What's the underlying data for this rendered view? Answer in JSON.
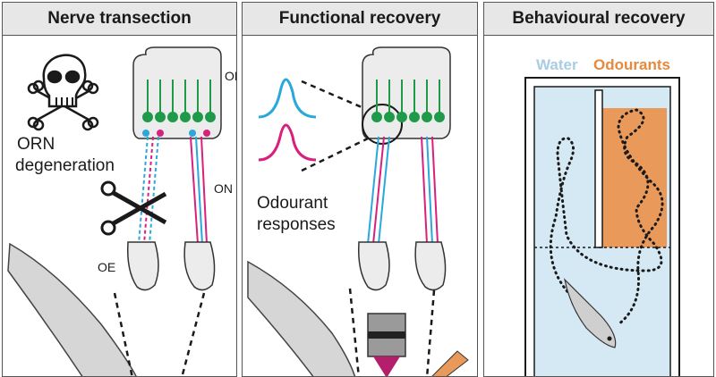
{
  "panels": [
    {
      "title": "Nerve transection"
    },
    {
      "title": "Functional recovery"
    },
    {
      "title": "Behavioural recovery"
    }
  ],
  "panel1": {
    "orn_line1": "ORN",
    "orn_line2": "degeneration",
    "ob_label": "OB",
    "on_label": "ON",
    "oe_label": "OE"
  },
  "panel2": {
    "responses_line1": "Odourant",
    "responses_line2": "responses"
  },
  "panel3": {
    "water_label": "Water",
    "odourants_label": "Odourants"
  },
  "colors": {
    "cyan": "#2aa8dc",
    "magenta": "#d9207d",
    "green": "#1e9a48",
    "orange": "#e99a5a",
    "water": "#d4e9f4",
    "header": "#e7e7e7"
  }
}
